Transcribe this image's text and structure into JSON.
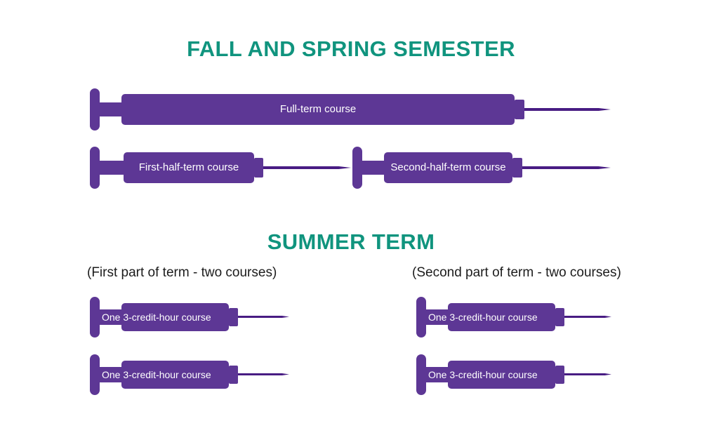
{
  "colors": {
    "purple": "#5d3795",
    "needle": "#481c83",
    "teal": "#10947e",
    "ink": "#1c1c1c",
    "label": "#ffffff",
    "background": "#ffffff"
  },
  "fall_spring": {
    "title": "FALL AND SPRING SEMESTER",
    "bars": {
      "full_term": {
        "label": "Full-term course"
      },
      "first_half": {
        "label": "First-half-term course"
      },
      "second_half": {
        "label": "Second-half-term course"
      }
    }
  },
  "summer": {
    "title": "SUMMER TERM",
    "first_part": {
      "subtitle": "(First part of term - two courses)",
      "bars": [
        {
          "label": "One 3-credit-hour course"
        },
        {
          "label": "One 3-credit-hour course"
        }
      ]
    },
    "second_part": {
      "subtitle": "(Second part of term - two courses)",
      "bars": [
        {
          "label": "One 3-credit-hour course"
        },
        {
          "label": "One 3-credit-hour course"
        }
      ]
    }
  }
}
